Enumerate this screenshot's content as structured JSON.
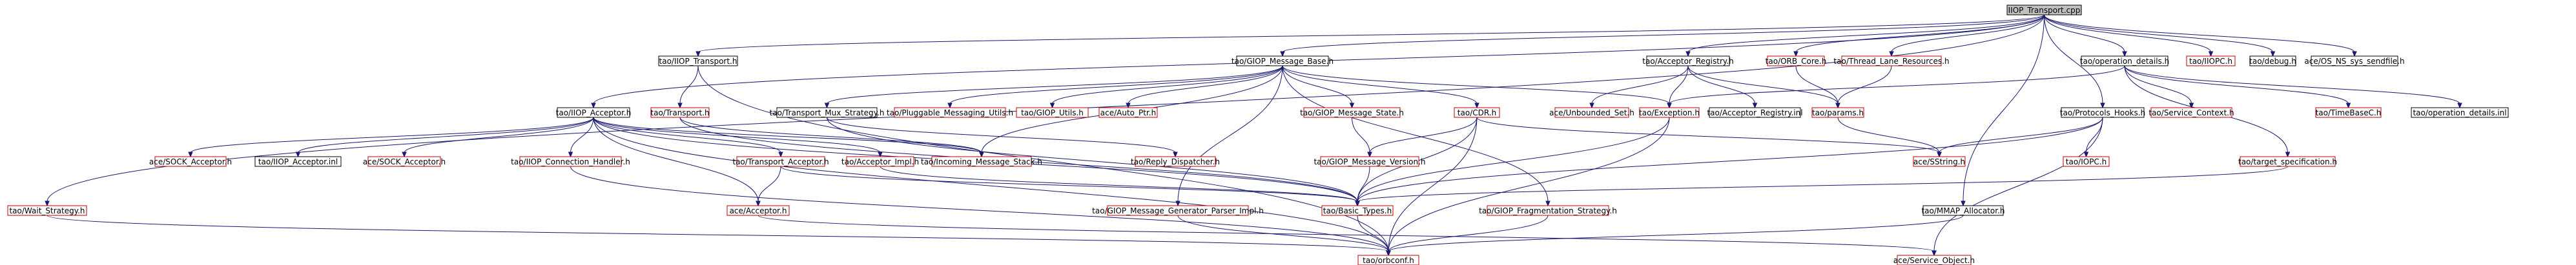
{
  "graph": {
    "nodes": [
      {
        "id": "root",
        "label": "IIOP_Transport.cpp",
        "kind": "root"
      },
      {
        "id": "iiop_transport_h",
        "label": "tao/IIOP_Transport.h",
        "kind": "black"
      },
      {
        "id": "giop_mb",
        "label": "tao/GIOP_Message_Base.h",
        "kind": "black"
      },
      {
        "id": "acc_reg",
        "label": "tao/Acceptor_Registry.h",
        "kind": "black"
      },
      {
        "id": "orb_core",
        "label": "tao/ORB_Core.h",
        "kind": "red"
      },
      {
        "id": "thread_lane",
        "label": "tao/Thread_Lane_Resources.h",
        "kind": "red"
      },
      {
        "id": "op_details",
        "label": "tao/operation_details.h",
        "kind": "black"
      },
      {
        "id": "iiopc",
        "label": "tao/IIOPC.h",
        "kind": "red"
      },
      {
        "id": "debug",
        "label": "tao/debug.h",
        "kind": "black"
      },
      {
        "id": "os_ns",
        "label": "ace/OS_NS_sys_sendfile.h",
        "kind": "black"
      },
      {
        "id": "iiop_acc",
        "label": "tao/IIOP_Acceptor.h",
        "kind": "black"
      },
      {
        "id": "transport",
        "label": "tao/Transport.h",
        "kind": "red"
      },
      {
        "id": "tmux",
        "label": "tao/Transport_Mux_Strategy.h",
        "kind": "black"
      },
      {
        "id": "pluggable",
        "label": "tao/Pluggable_Messaging_Utils.h",
        "kind": "red"
      },
      {
        "id": "giop_utils",
        "label": "tao/GIOP_Utils.h",
        "kind": "red"
      },
      {
        "id": "auto_ptr",
        "label": "ace/Auto_Ptr.h",
        "kind": "red"
      },
      {
        "id": "giop_state",
        "label": "tao/GIOP_Message_State.h",
        "kind": "red"
      },
      {
        "id": "cdr",
        "label": "tao/CDR.h",
        "kind": "red"
      },
      {
        "id": "unbounded",
        "label": "ace/Unbounded_Set.h",
        "kind": "red"
      },
      {
        "id": "exception",
        "label": "tao/Exception.h",
        "kind": "red"
      },
      {
        "id": "acc_reg_inl",
        "label": "tao/Acceptor_Registry.inl",
        "kind": "black"
      },
      {
        "id": "params",
        "label": "tao/params.h",
        "kind": "red"
      },
      {
        "id": "protocols",
        "label": "tao/Protocols_Hooks.h",
        "kind": "black"
      },
      {
        "id": "svc_ctx",
        "label": "tao/Service_Context.h",
        "kind": "red"
      },
      {
        "id": "timebase",
        "label": "tao/TimeBaseC.h",
        "kind": "red"
      },
      {
        "id": "op_inl",
        "label": "tao/operation_details.inl",
        "kind": "black"
      },
      {
        "id": "sock_acc",
        "label": "ace/SOCK_Acceptor.h",
        "kind": "red"
      },
      {
        "id": "sock_acc2",
        "label": "ace/SOCK_Acceptor.h",
        "kind": "red"
      },
      {
        "id": "iiop_acc_inl",
        "label": "tao/IIOP_Acceptor.inl",
        "kind": "black"
      },
      {
        "id": "conn_handler",
        "label": "tao/IIOP_Connection_Handler.h",
        "kind": "red"
      },
      {
        "id": "tacc",
        "label": "tao/Transport_Acceptor.h",
        "kind": "red"
      },
      {
        "id": "acc_impl",
        "label": "tao/Acceptor_Impl.h",
        "kind": "red"
      },
      {
        "id": "incoming",
        "label": "tao/Incoming_Message_Stack.h",
        "kind": "red"
      },
      {
        "id": "reply_disp",
        "label": "tao/Reply_Dispatcher.h",
        "kind": "red"
      },
      {
        "id": "giop_ver",
        "label": "tao/GIOP_Message_Version.h",
        "kind": "red"
      },
      {
        "id": "sstring",
        "label": "ace/SString.h",
        "kind": "red"
      },
      {
        "id": "iopc",
        "label": "tao/IOPC.h",
        "kind": "red"
      },
      {
        "id": "target_spec",
        "label": "tao/target_specification.h",
        "kind": "red"
      },
      {
        "id": "wait",
        "label": "tao/Wait_Strategy.h",
        "kind": "red"
      },
      {
        "id": "ace_acceptor",
        "label": "ace/Acceptor.h",
        "kind": "red"
      },
      {
        "id": "gen_parser",
        "label": "tao/GIOP_Message_Generator_Parser_Impl.h",
        "kind": "red"
      },
      {
        "id": "basic_types",
        "label": "tao/Basic_Types.h",
        "kind": "red"
      },
      {
        "id": "frag",
        "label": "tao/GIOP_Fragmentation_Strategy.h",
        "kind": "red"
      },
      {
        "id": "mmap",
        "label": "tao/MMAP_Allocator.h",
        "kind": "black"
      },
      {
        "id": "orbconf",
        "label": "tao/orbconf.h",
        "kind": "red"
      },
      {
        "id": "svc_obj",
        "label": "ace/Service_Object.h",
        "kind": "red"
      }
    ]
  }
}
